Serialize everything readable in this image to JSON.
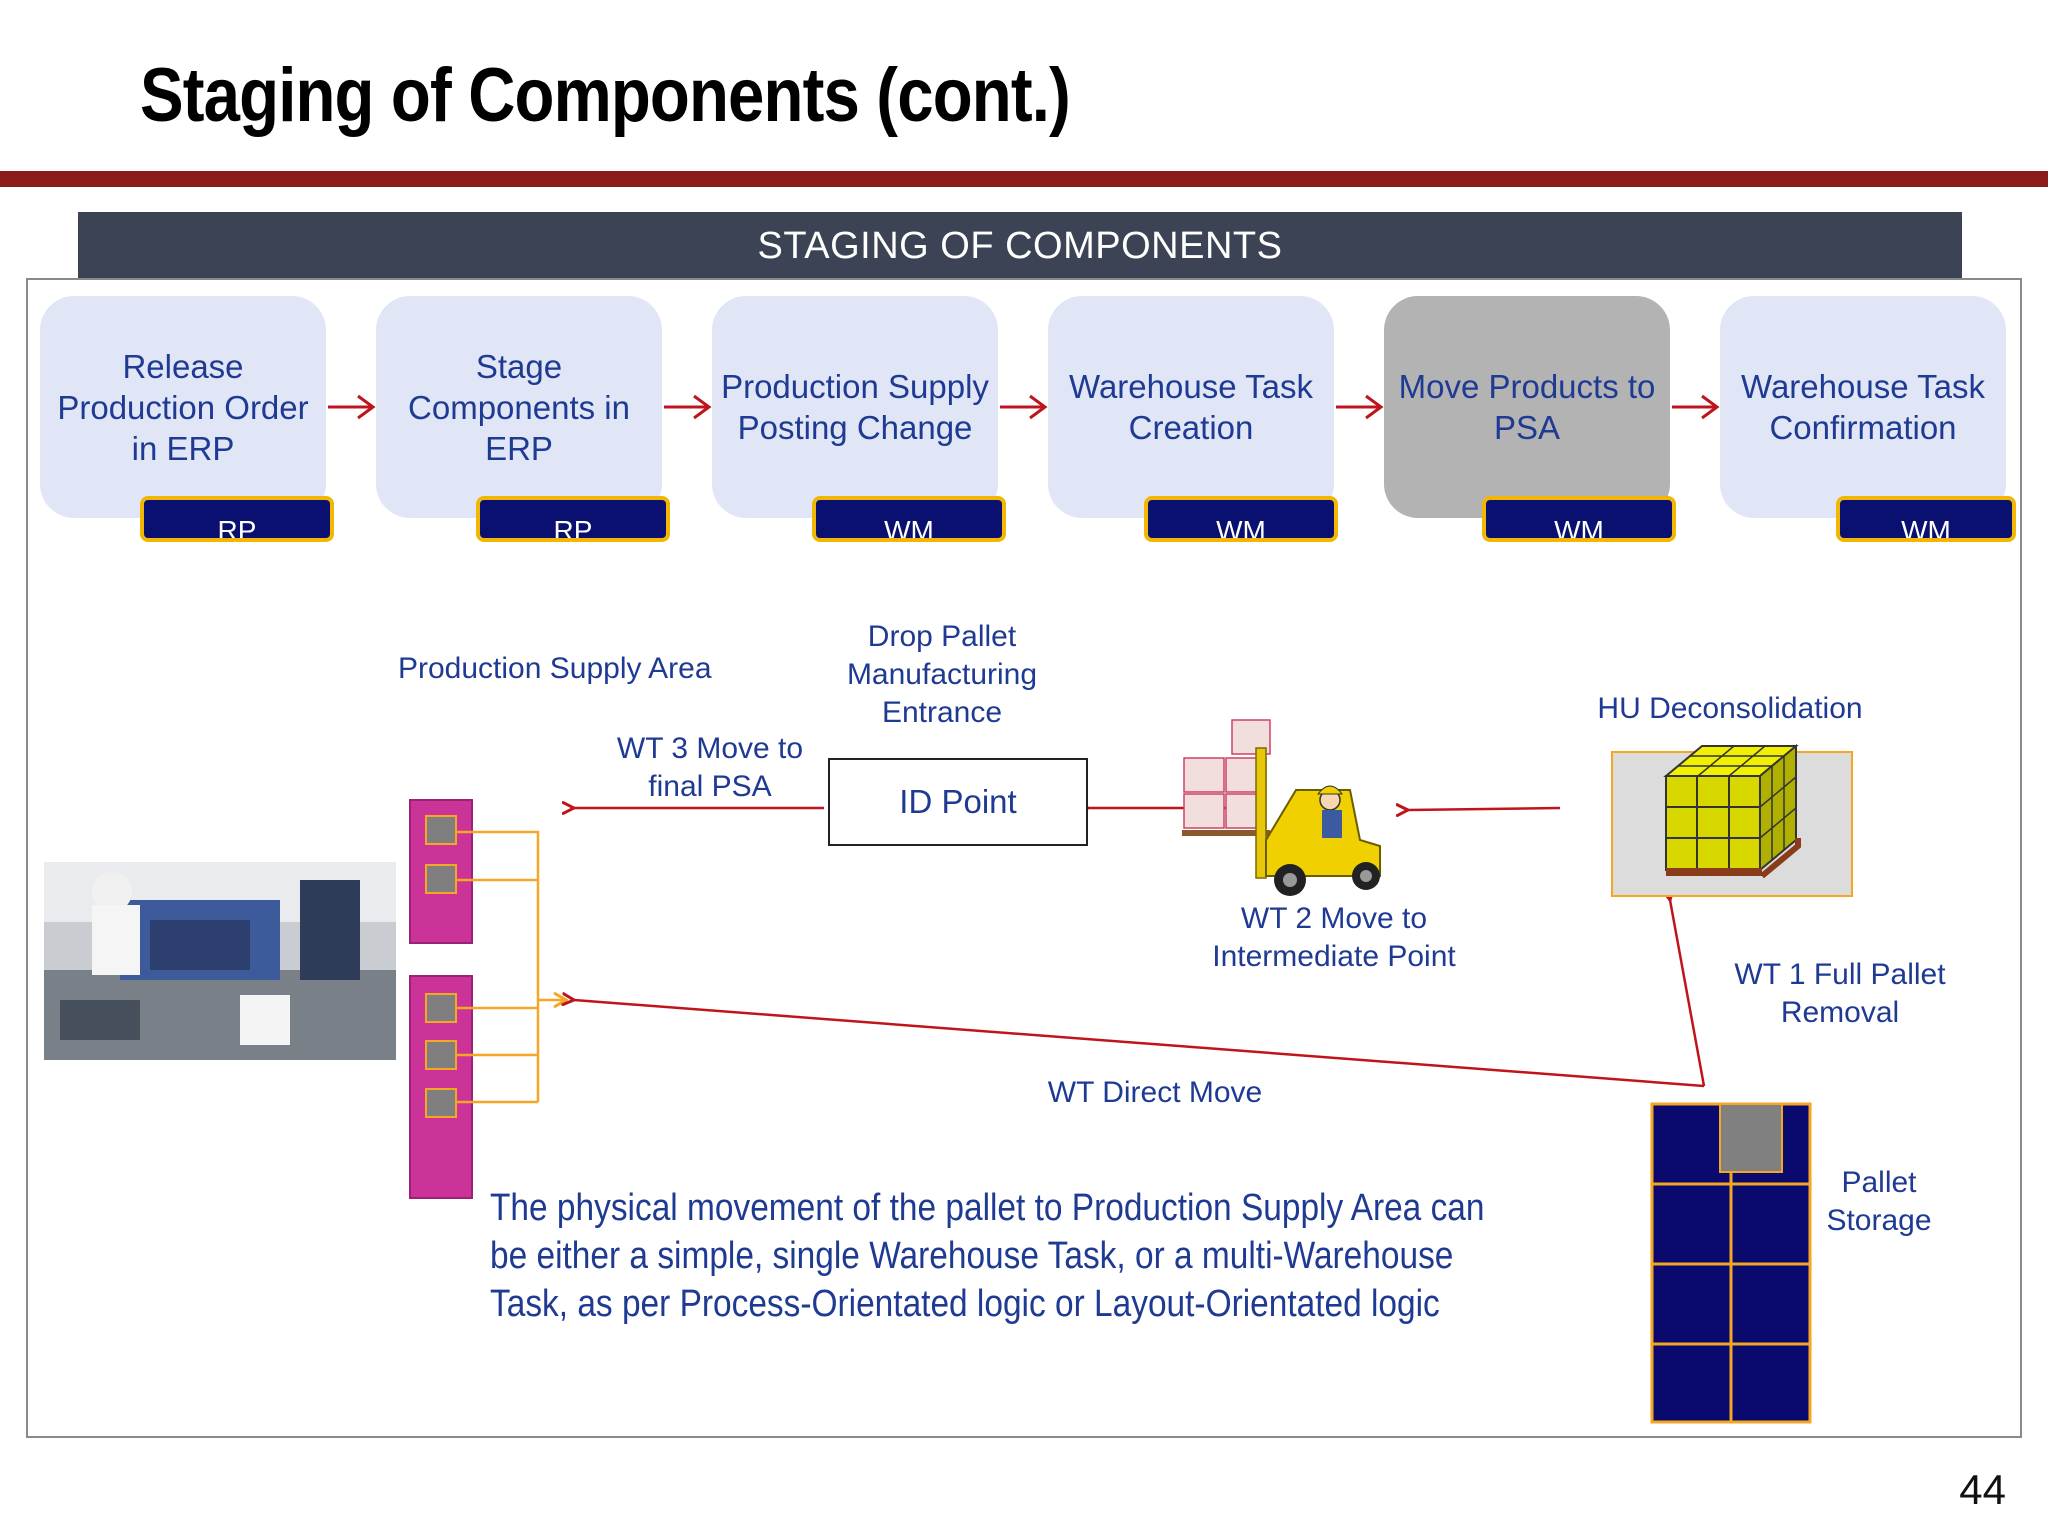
{
  "title": "Staging of Components (cont.)",
  "banner": "STAGING OF COMPONENTS",
  "steps": [
    {
      "label": "Release Production Order in ERP",
      "tag": "RP"
    },
    {
      "label": "Stage Components in ERP",
      "tag": "RP"
    },
    {
      "label": "Production Supply Posting Change",
      "tag": "WM"
    },
    {
      "label": "Warehouse Task Creation",
      "tag": "WM"
    },
    {
      "label": "Move Products to PSA",
      "tag": "WM"
    },
    {
      "label": "Warehouse Task Confirmation",
      "tag": "WM"
    }
  ],
  "labels": {
    "psa": "Production Supply Area",
    "drop_pallet": "Drop Pallet Manufacturing Entrance",
    "wt3": "WT 3 Move to final PSA",
    "id_point": "ID Point",
    "hu_decon": "HU Deconsolidation",
    "wt2": "WT 2 Move to Intermediate Point",
    "wt1": "WT 1 Full Pallet Removal",
    "wt_direct": "WT Direct Move",
    "pallet_storage": "Pallet Storage"
  },
  "note": "The physical movement of the pallet to Production Supply Area can be either a simple, single Warehouse Task, or a multi-Warehouse Task, as per Process-Orientated logic or Layout-Orientated logic",
  "page_number": "44",
  "colors": {
    "rule": "#8b1a1a",
    "banner": "#3b4354",
    "step_fill": "#e0e6f6",
    "step_active": "#b3b3b3",
    "tag_fill": "#0a1070",
    "tag_border": "#f2b705",
    "text_blue": "#1f3a93",
    "arrow_red": "#c0141c",
    "psa_magenta": "#cc3399",
    "rack_orange": "#f5a623",
    "storage_navy": "#0a0a6e"
  }
}
